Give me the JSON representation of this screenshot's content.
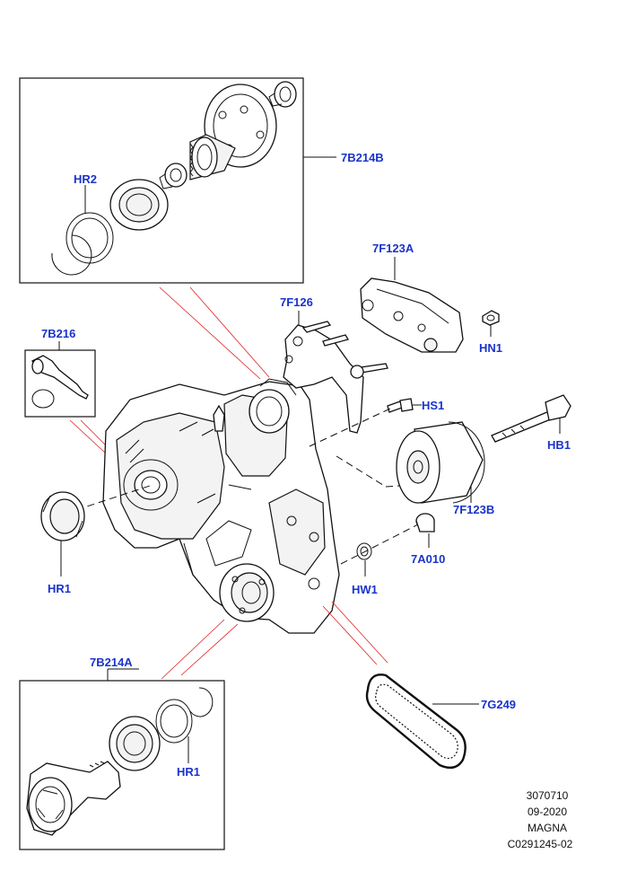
{
  "colors": {
    "label": "#1a33cc",
    "line": "#111111",
    "red_leader": "#e02020"
  },
  "callouts": {
    "b7b214b": "7B214B",
    "hr2": "HR2",
    "f7f123a": "7F123A",
    "f7f126": "7F126",
    "b7b216": "7B216",
    "hn1": "HN1",
    "hs1": "HS1",
    "hb1": "HB1",
    "f7f123b": "7F123B",
    "hr1_left": "HR1",
    "a7a010": "7A010",
    "hw1": "HW1",
    "b7b214a": "7B214A",
    "g7g249": "7G249",
    "hr1_bottom": "HR1"
  },
  "footer": {
    "line1": "3070710",
    "line2": "09-2020",
    "line3": "MAGNA",
    "line4": "C0291245-02"
  }
}
